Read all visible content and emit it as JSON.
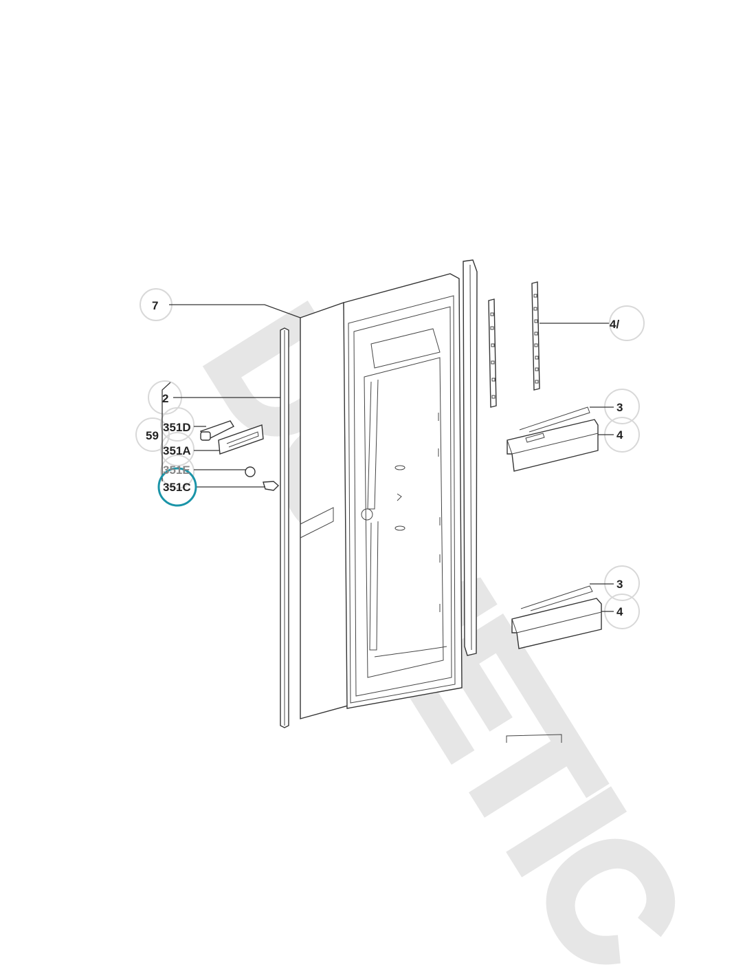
{
  "diagram": {
    "watermark": "DOMETIC",
    "callouts": {
      "c7": "7",
      "c2": "2",
      "c59": "59",
      "c351D": "351D",
      "c351A": "351A",
      "c351E": "351E",
      "c351C": "351C",
      "c4A": "4/",
      "c3_top": "3",
      "c4_top": "4",
      "c3_bottom": "3",
      "c4_bottom": "4"
    },
    "highlight_color": "#1a94a8"
  }
}
